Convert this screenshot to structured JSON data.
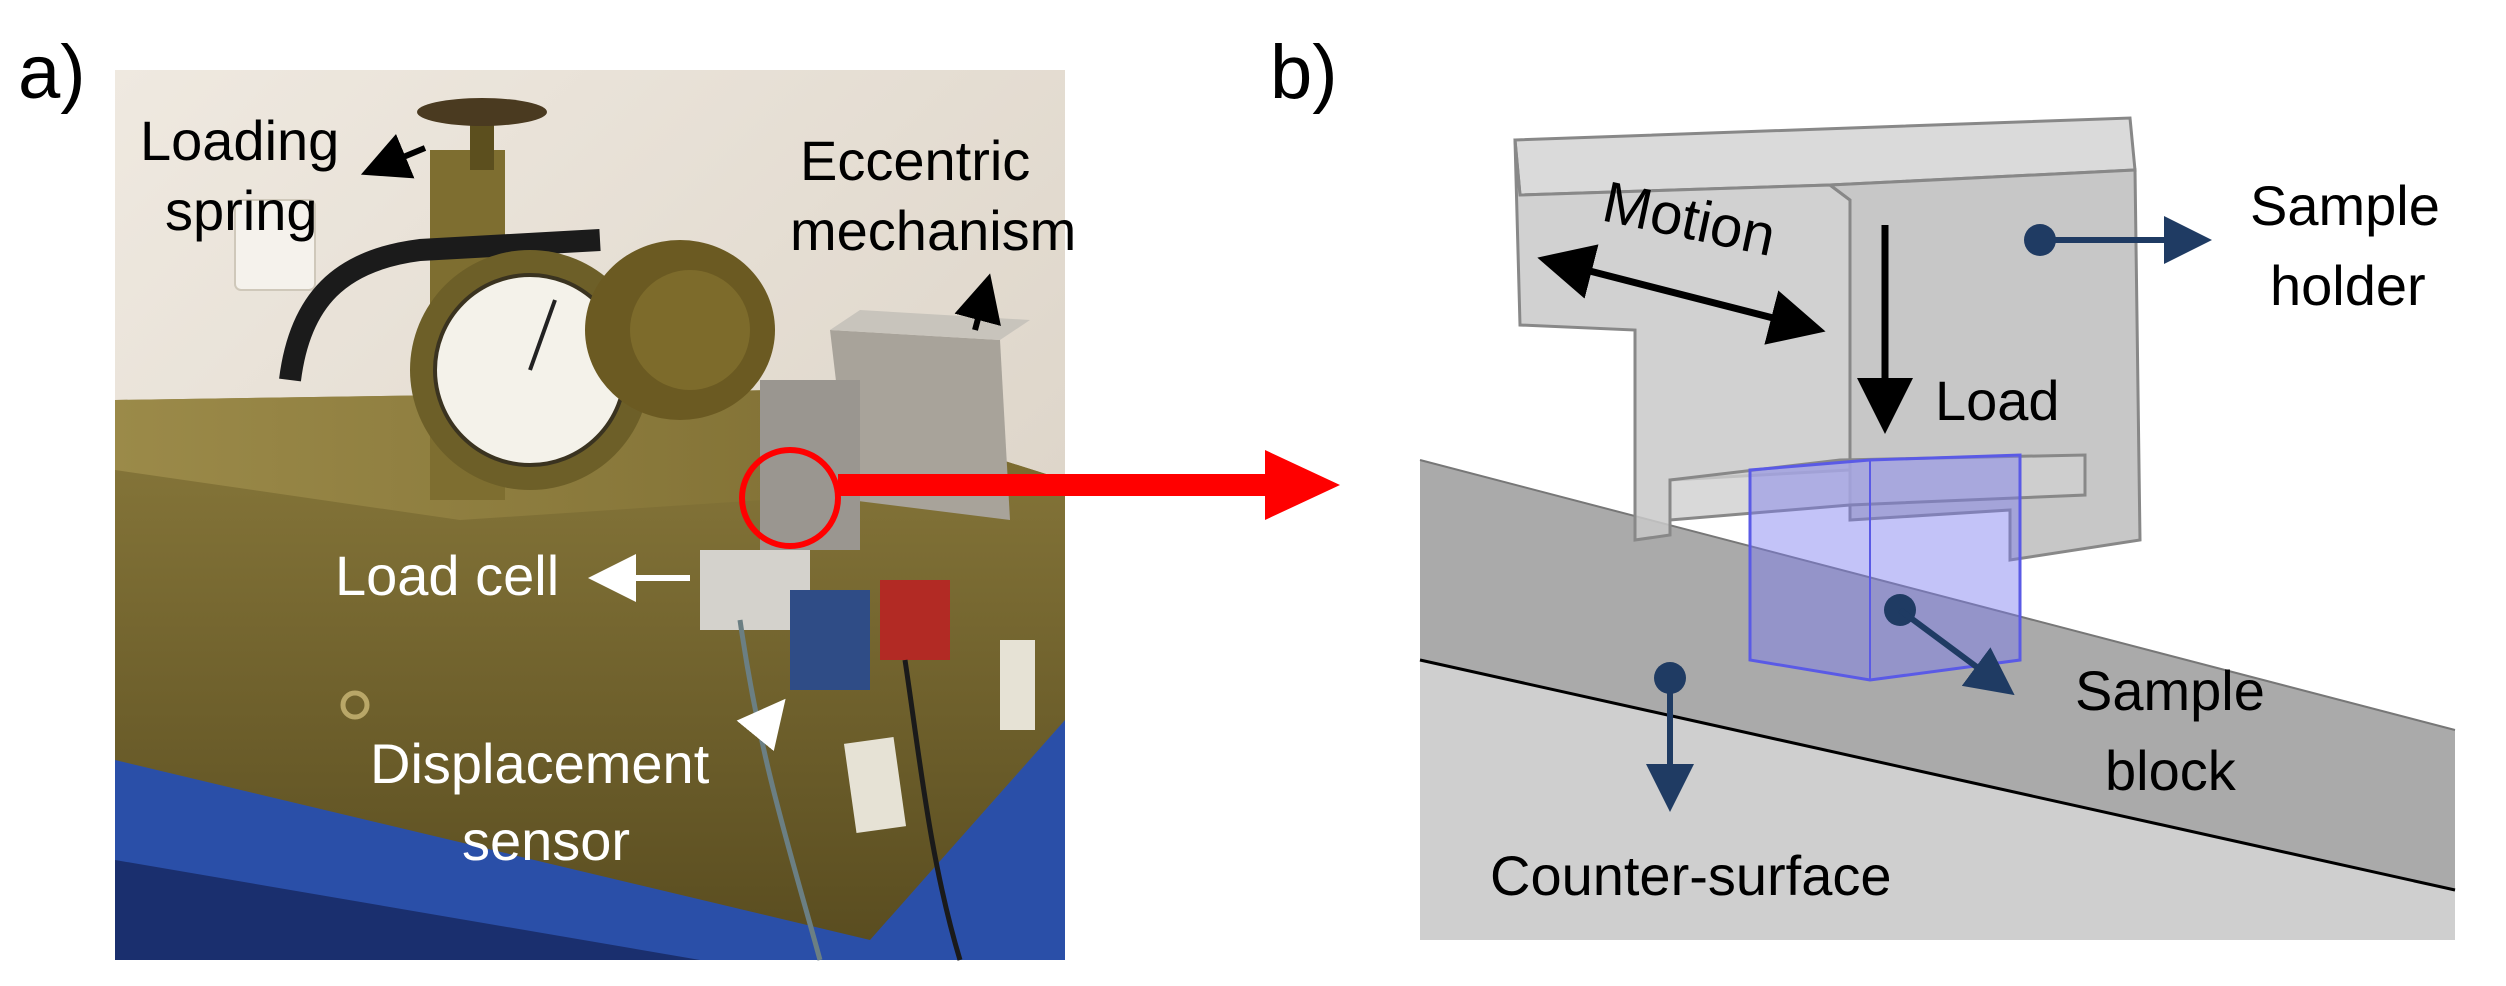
{
  "panel_a": {
    "letter": "a)",
    "labels": {
      "loading_spring_line1": "Loading",
      "loading_spring_line2": "spring",
      "eccentric_line1": "Eccentric",
      "eccentric_line2": "mechanism",
      "load_cell": "Load cell",
      "displacement_line1": "Displacement",
      "displacement_line2": "sensor"
    }
  },
  "panel_b": {
    "letter": "b)",
    "labels": {
      "motion": "Motion",
      "load": "Load",
      "sample_holder_line1": "Sample",
      "sample_holder_line2": "holder",
      "sample_block_line1": "Sample",
      "sample_block_line2": "block",
      "counter_surface": "Counter-surface"
    }
  },
  "colors": {
    "pointer_red": "#ff0000",
    "callout_navy": "#1f3b63",
    "block_blue": "#7b7bf0"
  }
}
